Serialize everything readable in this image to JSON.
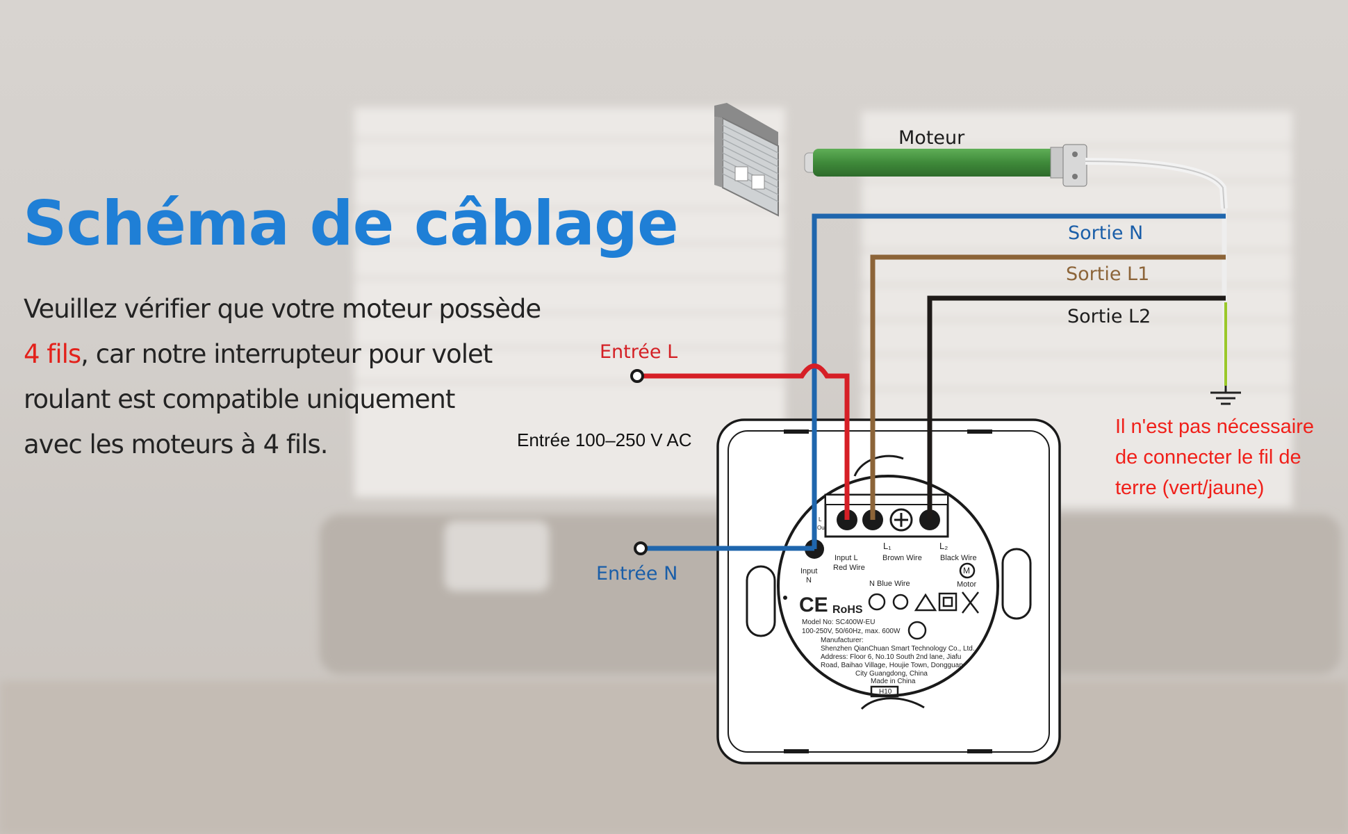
{
  "heading": {
    "title": "Schéma de câblage",
    "description_line1": "Veuillez vérifier que votre moteur possède",
    "description_highlight": "4 fils",
    "description_line2_rest": ", car notre interrupteur pour volet",
    "description_line3": "roulant est compatible uniquement",
    "description_line4": "avec les moteurs à 4 fils."
  },
  "labels": {
    "motor": "Moteur",
    "output_n": "Sortie N",
    "output_l1": "Sortie L1",
    "output_l2": "Sortie L2",
    "input_l": "Entrée L",
    "input_n": "Entrée N",
    "input_voltage": "Entrée 100–250 V AC"
  },
  "ground_note": {
    "line1": "Il n'est pas nécessaire",
    "line2": "de connecter le fil de",
    "line3": "terre (vert/jaune)"
  },
  "device": {
    "terminal_l_label": "L",
    "terminal_out_label": "Out",
    "input_l_line1": "Input L",
    "input_l_line2": "Red Wire",
    "l1_label": "L₁",
    "l1_wire": "Brown Wire",
    "l2_label": "L₂",
    "l2_wire": "Black Wire",
    "input_n_line1": "Input",
    "input_n_line2": "N",
    "n_wire": "N  Blue Wire",
    "motor_symbol": "M",
    "motor_label": "Motor",
    "ce_mark": "CE",
    "rohs_mark": "RoHS",
    "model": "Model No: SC400W-EU",
    "rating": "100-250V, 50/60Hz, max. 600W",
    "manufacturer_heading": "Manufacturer:",
    "manufacturer": "Shenzhen QianChuan Smart Technology Co., Ltd.",
    "address1": "Address: Floor 6, No.10 South 2nd lane, Jiafu",
    "address2": "Road, Baihao Village, Houjie Town, Dongguan",
    "address3": "City Guangdong, China",
    "made_in": "Made in China",
    "code": "H10"
  },
  "colors": {
    "title_blue": "#1f7fd6",
    "wire_blue": "#1f66ad",
    "wire_brown": "#8c6438",
    "wire_black": "#1e1a18",
    "wire_red": "#d61f26",
    "note_red": "#f0201a",
    "motor_green": "#3f8a3a"
  }
}
